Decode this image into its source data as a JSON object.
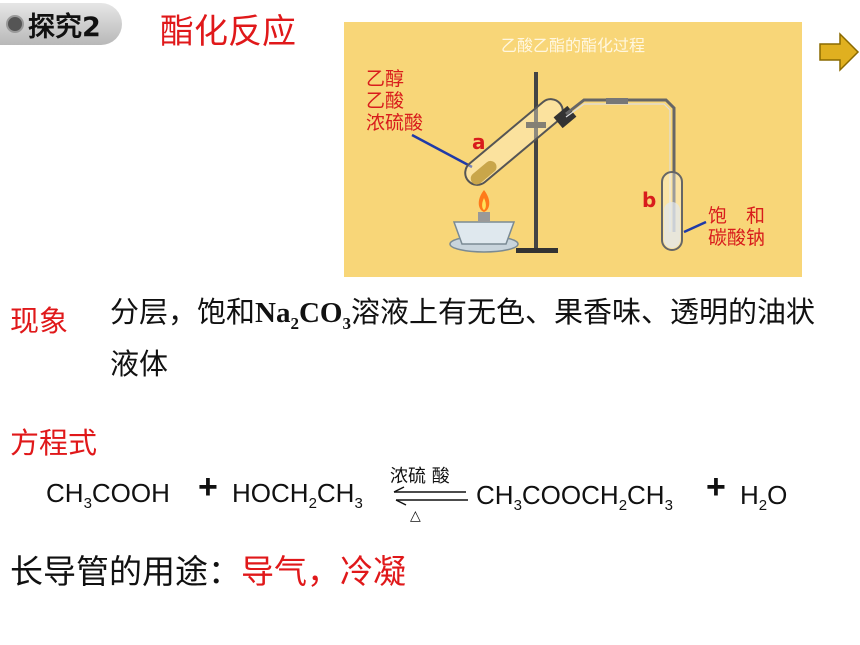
{
  "badge": {
    "text": "探究2"
  },
  "title": "酯化反应",
  "next_arrow": {
    "icon": "arrow-right-icon",
    "color": "#e0b020"
  },
  "apparatus": {
    "caption": "乙酸乙酯的酯化过程",
    "reagents": [
      "乙醇",
      "乙酸",
      "浓硫酸"
    ],
    "label_a": "a",
    "label_b": "b",
    "receiver_line1": "饱　和",
    "receiver_line2": "碳酸钠",
    "background": "#f8d678"
  },
  "phenomenon": {
    "label": "现象",
    "text_before": "分层，饱和",
    "na": "Na",
    "na_sub": "2",
    "co": "CO",
    "co_sub": "3",
    "text_after": "溶液上有无色、果香味、透明的油状液体"
  },
  "equation": {
    "label": "方程式",
    "r1_a": "CH",
    "r1_a_sub": "3",
    "r1_b": "COOH",
    "plus1": "+",
    "r2_a": "HOCH",
    "r2_a_sub": "2",
    "r2_b": "CH",
    "r2_b_sub": "3",
    "condition_top": "浓硫 酸",
    "condition_bottom": "△",
    "p1_a": "CH",
    "p1_a_sub": "3",
    "p1_b": "COOCH",
    "p1_b_sub": "2",
    "p1_c": "CH",
    "p1_c_sub": "3",
    "plus2": "+",
    "p2_a": "H",
    "p2_a_sub": "2",
    "p2_b": "O"
  },
  "pipe_use": {
    "question": "长导管的用途：",
    "answer": "导气，冷凝"
  }
}
